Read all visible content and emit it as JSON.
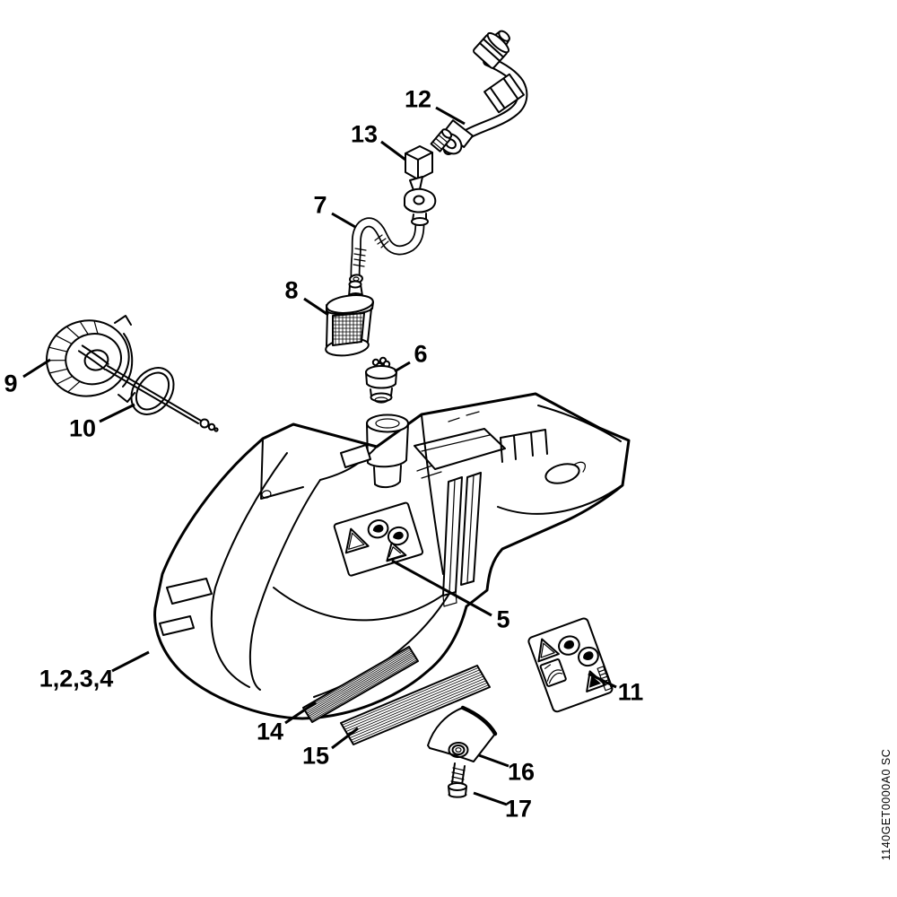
{
  "diagram": {
    "background_color": "#ffffff",
    "line_color": "#000000",
    "watermark": "1140GET0000A0 SC",
    "parts": [
      {
        "ref": "1,2,3,4",
        "name": "tank-housing"
      },
      {
        "ref": "5",
        "name": "information-label-on-tank"
      },
      {
        "ref": "6",
        "name": "tank-vent"
      },
      {
        "ref": "7",
        "name": "fuel-hose"
      },
      {
        "ref": "8",
        "name": "fuel-filter-pickup-body"
      },
      {
        "ref": "9",
        "name": "fuel-tank-cap"
      },
      {
        "ref": "10",
        "name": "sealing-ring"
      },
      {
        "ref": "11",
        "name": "information-label"
      },
      {
        "ref": "12",
        "name": "fuel-hose-with-fittings"
      },
      {
        "ref": "13",
        "name": "elbow-connector"
      },
      {
        "ref": "14",
        "name": "grip-pad-small"
      },
      {
        "ref": "15",
        "name": "grip-pad-large"
      },
      {
        "ref": "16",
        "name": "cover-plate"
      },
      {
        "ref": "17",
        "name": "screw"
      }
    ]
  }
}
